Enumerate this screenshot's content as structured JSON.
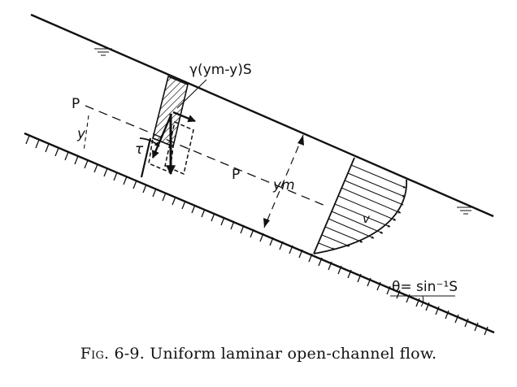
{
  "diagram": {
    "labels": {
      "shear_stress_expr": "γ(ym-y)S",
      "section_p_left": "P",
      "section_p_center": "P",
      "height_y": "y",
      "depth_ym": "ym",
      "shear_tau": "τ",
      "velocity_v": "v",
      "slope_angle": "θ= sin⁻¹S"
    }
  },
  "caption": {
    "prefix": "Fig. 6-9.",
    "text": "Uniform laminar open-channel flow."
  }
}
